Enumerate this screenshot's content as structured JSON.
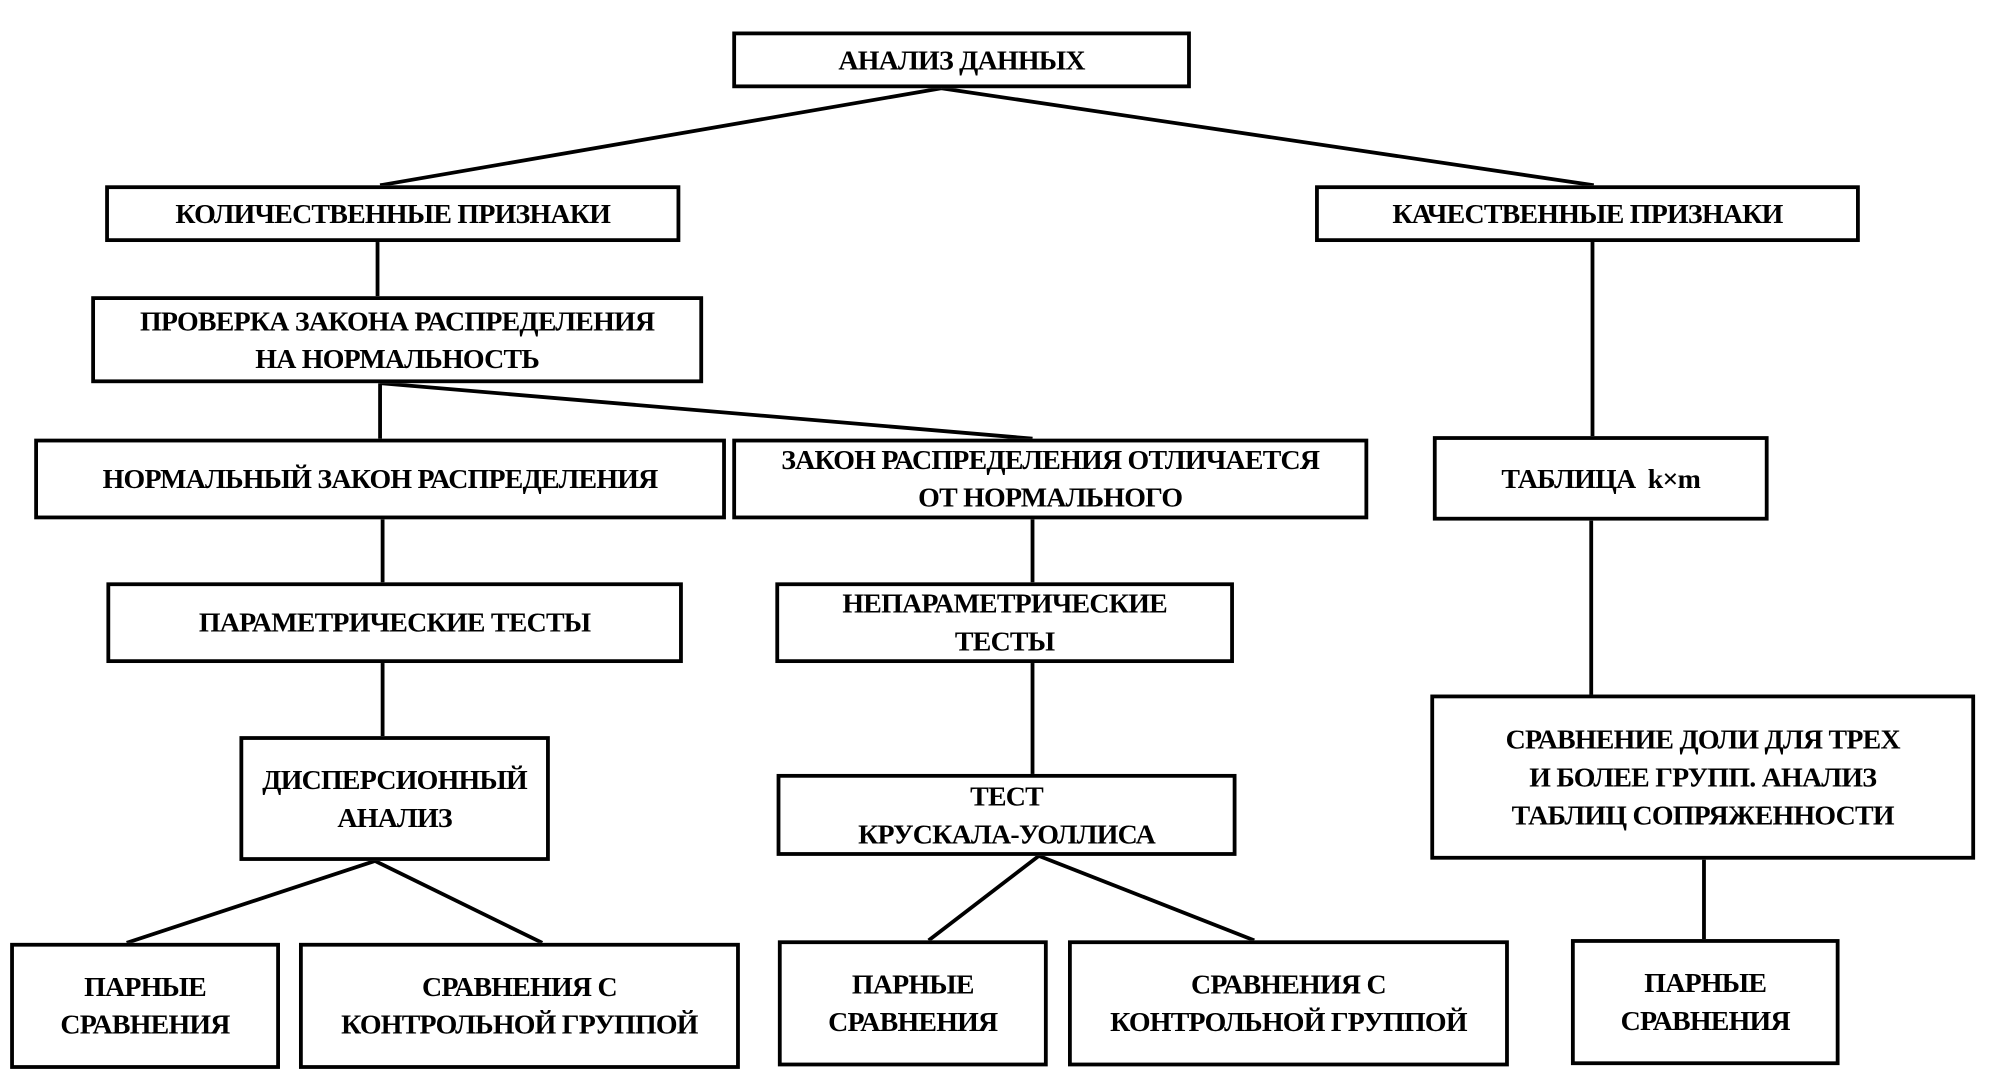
{
  "nodes": {
    "root": "АНАЛИЗ ДАННЫХ",
    "quantitative": "КОЛИЧЕСТВЕННЫЕ ПРИЗНАКИ",
    "qualitative": "КАЧЕСТВЕННЫЕ ПРИЗНАКИ",
    "normality_check": "ПРОВЕРКА ЗАКОНА РАСПРЕДЕЛЕНИЯ\nНА НОРМАЛЬНОСТЬ",
    "normal_law": "НОРМАЛЬНЫЙ ЗАКОН РАСПРЕДЕЛЕНИЯ",
    "non_normal_law": "ЗАКОН РАСПРЕДЕЛЕНИЯ ОТЛИЧАЕТСЯ\nОТ НОРМАЛЬНОГО",
    "contingency_table": "ТАБЛИЦА  k×m",
    "parametric_tests": "ПАРАМЕТРИЧЕСКИЕ ТЕСТЫ",
    "nonparametric_tests": "НЕПАРАМЕТРИЧЕСКИЕ\nТЕСТЫ",
    "proportion_comparison": "СРАВНЕНИЕ ДОЛИ ДЛЯ ТРЕХ\nИ БОЛЕЕ ГРУПП. АНАЛИЗ\nТАБЛИЦ СОПРЯЖЕННОСТИ",
    "anova": "ДИСПЕРСИОННЫЙ\nАНАЛИЗ",
    "kruskal_wallis": "ТЕСТ\nКРУСКАЛА-УОЛЛИСА",
    "pairwise_1": "ПАРНЫЕ\nСРАВНЕНИЯ",
    "control_group_1": "СРАВНЕНИЯ С\nКОНТРОЛЬНОЙ ГРУППОЙ",
    "pairwise_2": "ПАРНЫЕ\nСРАВНЕНИЯ",
    "control_group_2": "СРАВНЕНИЯ С\nКОНТРОЛЬНОЙ ГРУППОЙ",
    "pairwise_3": "ПАРНЫЕ\nСРАВНЕНИЯ"
  }
}
